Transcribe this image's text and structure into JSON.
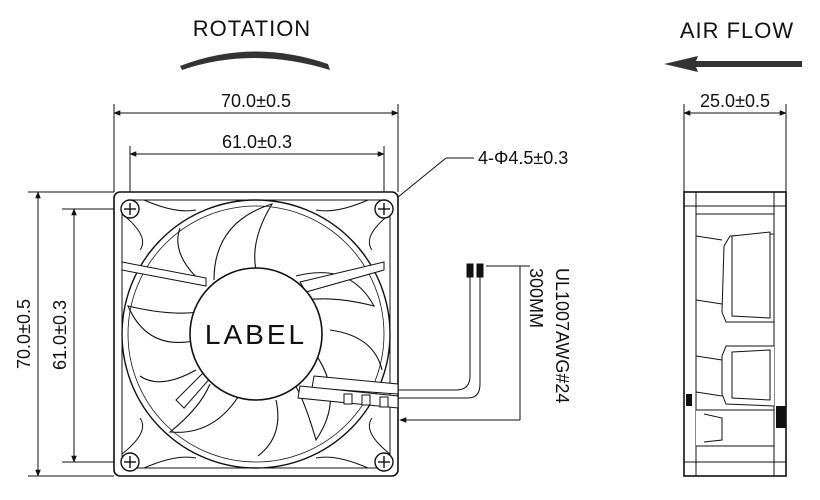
{
  "front_view": {
    "rotation_label": "ROTATION",
    "dim_overall_width": "70.0±0.5",
    "dim_hole_spacing_width": "61.0±0.3",
    "dim_overall_height": "70.0±0.5",
    "dim_hole_spacing_height": "61.0±0.3",
    "mount_hole_callout": "4-Φ4.5±0.3",
    "hub_label": "LABEL",
    "wire_spec": "UL1007AWG#24",
    "wire_length": "300MM"
  },
  "side_view": {
    "airflow_label": "AIR FLOW",
    "dim_thickness": "25.0±0.5"
  },
  "colors": {
    "line": "#111111",
    "background": "#ffffff"
  }
}
